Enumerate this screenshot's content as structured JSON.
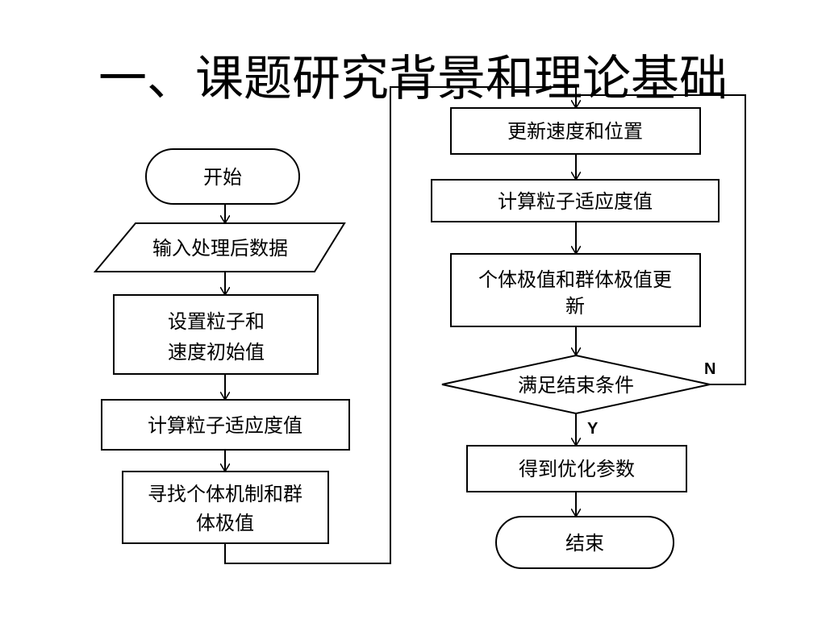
{
  "title": "一、课题研究背景和理论基础",
  "nodes": {
    "start": "开始",
    "input": "输入处理后数据",
    "init_line1": "设置粒子和",
    "init_line2": "速度初始值",
    "fitness_left": "计算粒子适应度值",
    "find_line1": "寻找个体机制和群",
    "find_line2": "体极值",
    "update_pos": "更新速度和位置",
    "fitness_right": "计算粒子适应度值",
    "extreme_line1": "个体极值和群体极值更",
    "extreme_line2": "新",
    "condition": "满足结束条件",
    "result": "得到优化参数",
    "end": "结束"
  },
  "branches": {
    "no": "N",
    "yes": "Y"
  }
}
